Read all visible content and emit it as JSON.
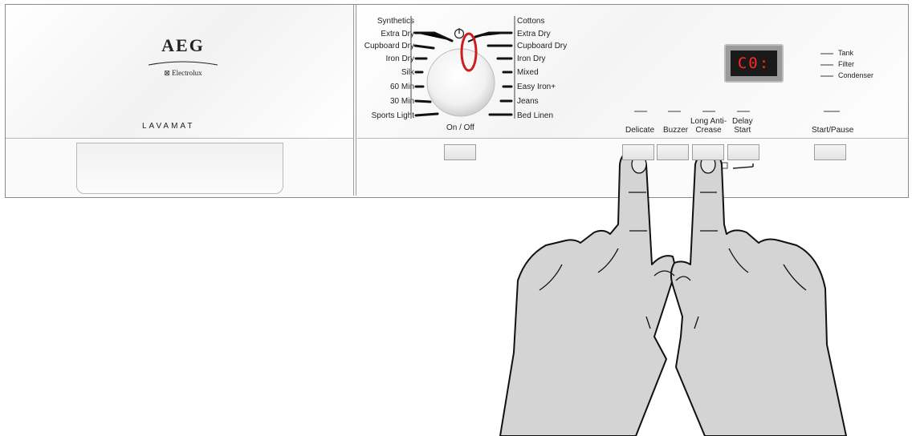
{
  "brand": {
    "logo": "AEG",
    "sub": "Electrolux",
    "model": "LAVAMAT"
  },
  "programmes_left": [
    "Synthetics",
    "Extra Dry",
    "Cupboard Dry",
    "Iron Dry",
    "Silk",
    "60 Min",
    "30 Min",
    "Sports Light"
  ],
  "programmes_right": [
    "Cottons",
    "Extra Dry",
    "Cupboard Dry",
    "Iron Dry",
    "Mixed",
    "Easy Iron+",
    "Jeans",
    "Bed Linen"
  ],
  "dial": {
    "label": "On / Off",
    "icon": "power-icon"
  },
  "display": {
    "text": "C0:"
  },
  "buttons": {
    "delicate": "Delicate",
    "buzzer": "Buzzer",
    "long_anti_crease": "Long Anti-\nCrease",
    "delay_start": "Delay\nStart",
    "start_pause": "Start/Pause"
  },
  "indicators": [
    "Tank",
    "Filter",
    "Condenser"
  ],
  "colors": {
    "highlight": "#cc1e1e",
    "display_text": "#ff2a1f"
  }
}
